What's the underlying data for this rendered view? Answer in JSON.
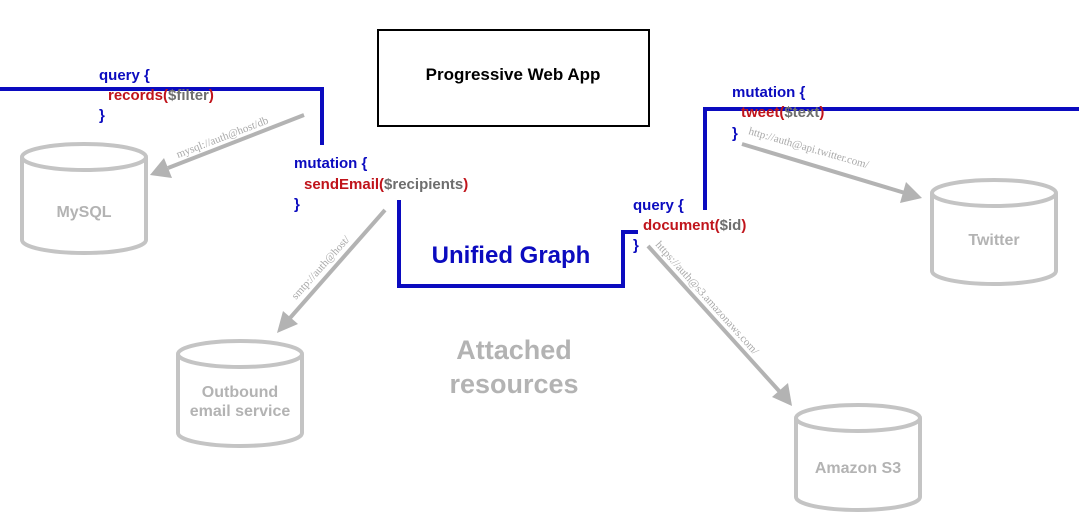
{
  "colors": {
    "graph_line": "#0b0bbf",
    "keyword": "#0b0bbf",
    "function_name": "#c0141b",
    "argument": "#6e6e6e",
    "resource": "#c4c4c4",
    "connection_text": "#a9a9a9"
  },
  "app": {
    "title": "Progressive Web App"
  },
  "graph": {
    "title": "Unified Graph"
  },
  "attached": {
    "line1": "Attached",
    "line2": "resources"
  },
  "operations": {
    "records": {
      "keyword": "query {",
      "name": "records",
      "open": "(",
      "arg": "$filter",
      "close": ")",
      "end": "}"
    },
    "send_email": {
      "keyword": "mutation {",
      "name": "sendEmail",
      "open": "(",
      "arg": "$recipients",
      "close": ")",
      "end": "}"
    },
    "document": {
      "keyword": "query {",
      "name": "document",
      "open": "(",
      "arg": "$id",
      "close": ")",
      "end": "}"
    },
    "tweet": {
      "keyword": "mutation {",
      "name": "tweet",
      "open": "(",
      "arg": "$text",
      "close": ")",
      "end": "}"
    }
  },
  "resources": {
    "mysql": {
      "label": "MySQL"
    },
    "email": {
      "line1": "Outbound",
      "line2": "email service"
    },
    "twitter": {
      "label": "Twitter"
    },
    "s3": {
      "label": "Amazon S3"
    }
  },
  "connections": {
    "mysql": "mysql://auth@host/db",
    "smtp": "smtp://auth@host/",
    "twitter": "http://auth@api.twitter.com/",
    "s3": "https://auth@s3.amazonaws.com/"
  }
}
